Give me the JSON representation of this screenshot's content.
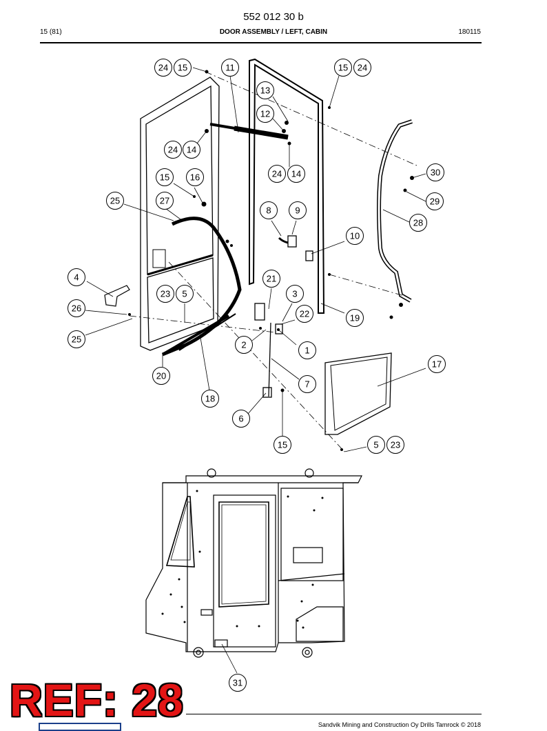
{
  "header": {
    "doc_number": "552 012 30 b",
    "page": "15 (81)",
    "title": "DOOR ASSEMBLY / LEFT, CABIN",
    "date": "180115"
  },
  "callouts": [
    "24",
    "15",
    "11",
    "15",
    "24",
    "13",
    "12",
    "24",
    "14",
    "24",
    "14",
    "30",
    "15",
    "16",
    "29",
    "25",
    "27",
    "28",
    "8",
    "9",
    "10",
    "4",
    "21",
    "23",
    "5",
    "3",
    "26",
    "22",
    "19",
    "25",
    "2",
    "1",
    "17",
    "20",
    "7",
    "18",
    "6",
    "15",
    "5",
    "23",
    "31"
  ],
  "ref_banner": "REF: 28",
  "footer": {
    "copyright": "Sandvik Mining and Construction Oy Drills Tamrock © 2018"
  }
}
